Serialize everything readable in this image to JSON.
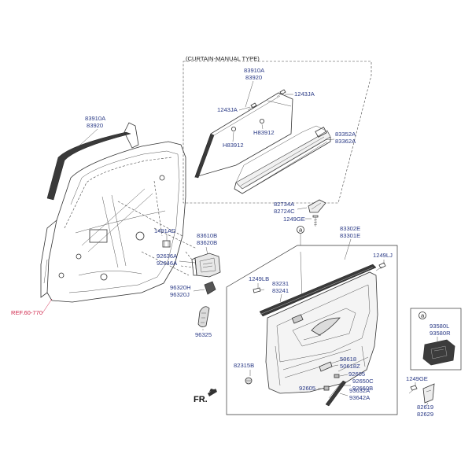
{
  "curtain_box": {
    "title": "(CURTAIN-MANUAL TYPE)",
    "labels": {
      "p83910A": "83910A",
      "p83920": "83920",
      "p1243JA_left": "1243JA",
      "p1243JA_right": "1243JA",
      "pH83912_left": "H83912",
      "pH83912_right": "H83912",
      "p83352A": "83352A",
      "p83362A": "83362A"
    }
  },
  "door_frame": {
    "labels": {
      "p83910A": "83910A",
      "p83920": "83920",
      "ref": "REF.60-770"
    }
  },
  "handle_parts": {
    "labels": {
      "p1491AD": "1491AD",
      "p83610B": "83610B",
      "p83620B": "83620B",
      "p92636A": "92636A",
      "p92646A": "92646A",
      "p96320H": "96320H",
      "p96320J": "96320J",
      "p96325": "96325"
    }
  },
  "trim_box": {
    "labels": {
      "p82734A": "82734A",
      "p82724C": "82724C",
      "p1249GE_top": "1249GE",
      "circle_a_top": "a",
      "p83302E": "83302E",
      "p83301E": "83301E",
      "p1249LJ": "1249LJ",
      "p1249LB": "1249LB",
      "p83231": "83231",
      "p83241": "83241",
      "p82315B": "82315B",
      "p50618": "50618",
      "p50618Z": "50618Z",
      "p92605_a": "92605",
      "p92650C": "92650C",
      "p92660B": "92660B",
      "p92605_b": "92605",
      "p93632A": "93632A",
      "p93642A": "93642A",
      "p1249GE_bottom": "1249GE",
      "p82619": "82619",
      "p82629": "82629"
    }
  },
  "switch_box": {
    "circle_a": "a",
    "p93580L": "93580L",
    "p93580R": "93580R"
  },
  "front_indicator": {
    "label": "FR."
  },
  "colors": {
    "label_blue": "#2a3a86",
    "ref_red": "#d0284c"
  }
}
